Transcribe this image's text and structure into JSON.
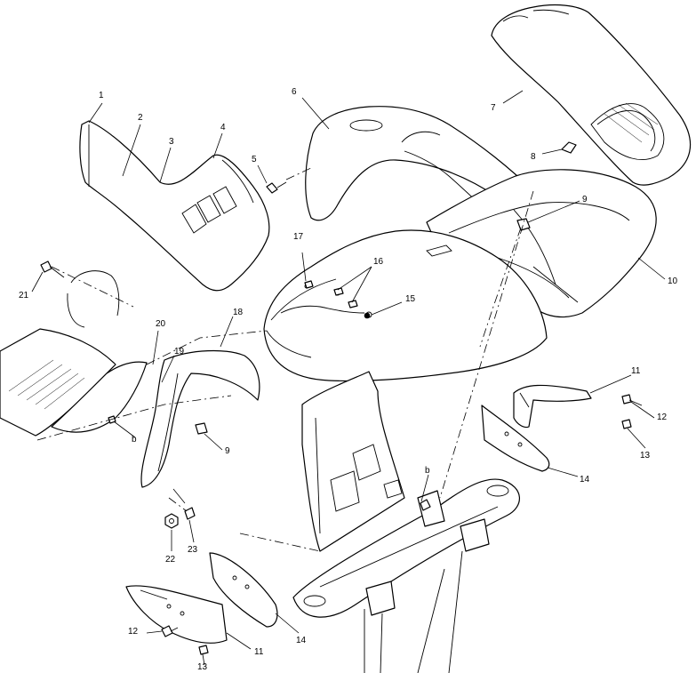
{
  "callouts": [
    {
      "id": "c1",
      "text": "1"
    },
    {
      "id": "c2",
      "text": "2"
    },
    {
      "id": "c3",
      "text": "3"
    },
    {
      "id": "c4",
      "text": "4"
    },
    {
      "id": "c5",
      "text": "5"
    },
    {
      "id": "c6",
      "text": "6"
    },
    {
      "id": "c7",
      "text": "7"
    },
    {
      "id": "c8",
      "text": "8"
    },
    {
      "id": "c9a",
      "text": "9"
    },
    {
      "id": "c10",
      "text": "10"
    },
    {
      "id": "c11a",
      "text": "11"
    },
    {
      "id": "c12a",
      "text": "12"
    },
    {
      "id": "c13a",
      "text": "13"
    },
    {
      "id": "c14a",
      "text": "14"
    },
    {
      "id": "c15",
      "text": "15"
    },
    {
      "id": "c16",
      "text": "16"
    },
    {
      "id": "c17",
      "text": "17"
    },
    {
      "id": "c18",
      "text": "18"
    },
    {
      "id": "c19",
      "text": "19"
    },
    {
      "id": "c20",
      "text": "20"
    },
    {
      "id": "c21",
      "text": "21"
    },
    {
      "id": "cb1",
      "text": "b"
    },
    {
      "id": "c9b",
      "text": "9"
    },
    {
      "id": "cb2",
      "text": "b"
    },
    {
      "id": "c22",
      "text": "22"
    },
    {
      "id": "c23",
      "text": "23"
    },
    {
      "id": "c11b",
      "text": "11"
    },
    {
      "id": "c12b",
      "text": "12"
    },
    {
      "id": "c13b",
      "text": "13"
    },
    {
      "id": "c14b",
      "text": "14"
    }
  ]
}
